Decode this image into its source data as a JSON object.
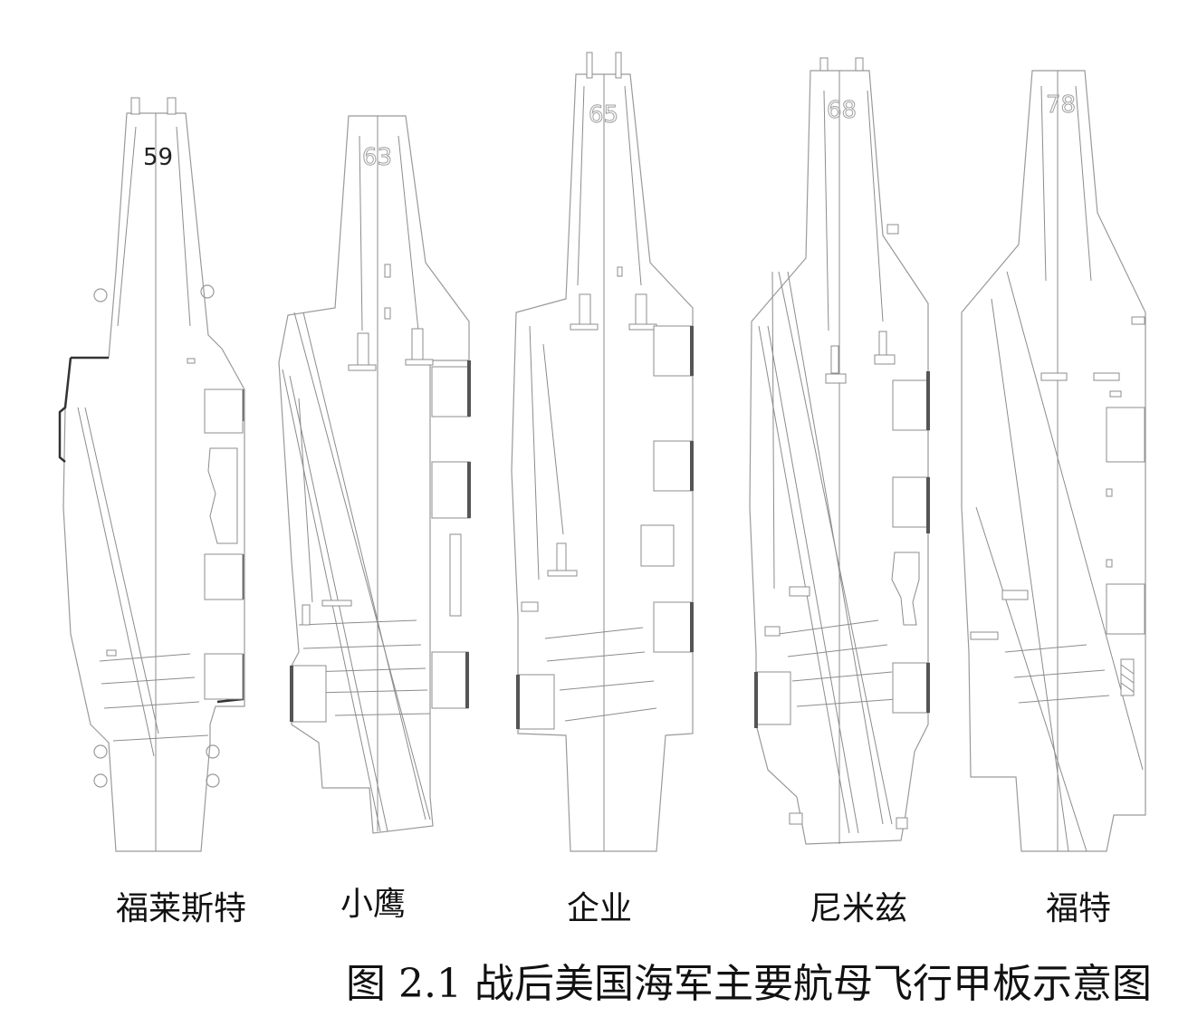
{
  "diagram": {
    "caption": "图 2.1  战后美国海军主要航母飞行甲板示意图",
    "carriers": [
      {
        "label": "福莱斯特",
        "hull_number": "59",
        "number_style": "solid"
      },
      {
        "label": "小鹰",
        "hull_number": "63",
        "number_style": "outline"
      },
      {
        "label": "企业",
        "hull_number": "65",
        "number_style": "outline"
      },
      {
        "label": "尼米兹",
        "hull_number": "68",
        "number_style": "outline"
      },
      {
        "label": "福特",
        "hull_number": "78",
        "number_style": "outline"
      }
    ]
  },
  "colors": {
    "outline": "#9a9a9a",
    "text": "#111111",
    "elevator_edge": "#333333"
  }
}
